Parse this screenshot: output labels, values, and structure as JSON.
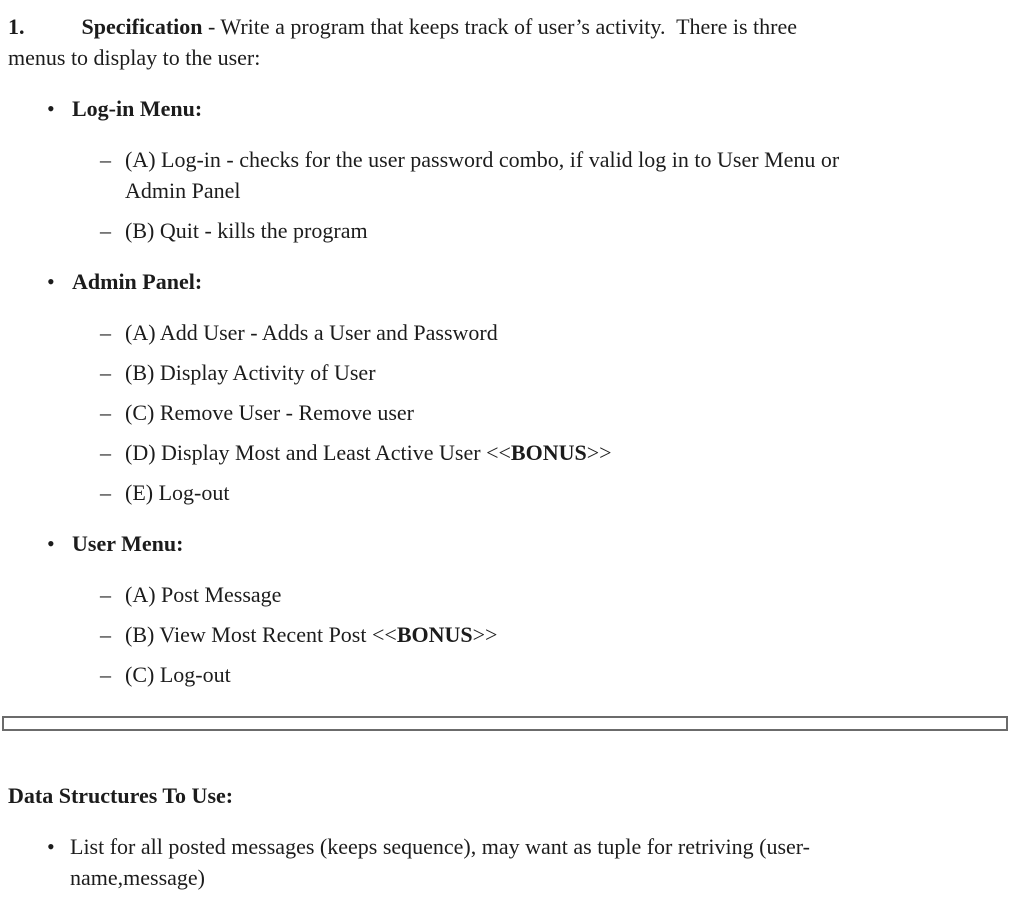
{
  "page": {
    "background": "#ffffff",
    "text_color": "#1c1c1c",
    "divider_border_color": "#6b6b6b"
  },
  "markers": {
    "bullet": "•",
    "dash": "–"
  },
  "intro": {
    "number": "1.",
    "title": "Specification",
    "line1_rest": " - Write a program that keeps track of user’s activity.  There is three",
    "line2": "menus to display to the user:"
  },
  "menus": [
    {
      "heading": "Log-in Menu:",
      "items": [
        {
          "segments": [
            {
              "t": "(A) Log-in - checks for the user password combo, if valid log in to User Menu or"
            },
            {
              "br": true
            },
            {
              "t": "Admin Panel"
            }
          ]
        },
        {
          "segments": [
            {
              "t": "(B) Quit - kills the program"
            }
          ]
        }
      ]
    },
    {
      "heading": "Admin Panel:",
      "items": [
        {
          "segments": [
            {
              "t": "(A) Add User - Adds a User and Password"
            }
          ]
        },
        {
          "segments": [
            {
              "t": "(B) Display Activity of User"
            }
          ]
        },
        {
          "segments": [
            {
              "t": "(C) Remove User - Remove user"
            }
          ]
        },
        {
          "segments": [
            {
              "t": "(D) Display Most and Least Active User <<"
            },
            {
              "t": "BONUS",
              "b": true
            },
            {
              "t": ">>"
            }
          ]
        },
        {
          "segments": [
            {
              "t": "(E) Log-out"
            }
          ]
        }
      ]
    },
    {
      "heading": "User Menu:",
      "items": [
        {
          "segments": [
            {
              "t": "(A) Post Message"
            }
          ]
        },
        {
          "segments": [
            {
              "t": "(B) View Most Recent Post <<"
            },
            {
              "t": "BONUS",
              "b": true
            },
            {
              "t": ">>"
            }
          ]
        },
        {
          "segments": [
            {
              "t": "(C) Log-out"
            }
          ]
        }
      ]
    }
  ],
  "data_structures": {
    "heading": "Data Structures To Use:",
    "items": [
      {
        "segments": [
          {
            "t": "List for all posted messages (keeps sequence), may want as tuple for retriving (user-"
          },
          {
            "br": true
          },
          {
            "t": "name,message)"
          }
        ]
      }
    ]
  }
}
